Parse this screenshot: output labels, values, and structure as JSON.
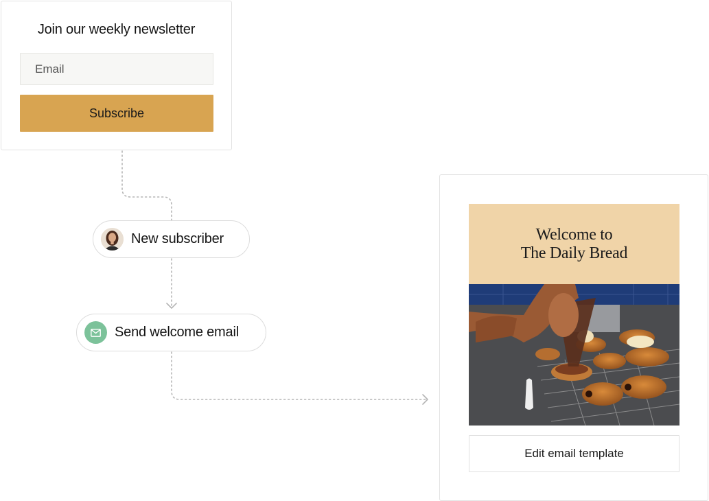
{
  "newsletter": {
    "title": "Join our weekly newsletter",
    "email_placeholder": "Email",
    "subscribe_label": "Subscribe"
  },
  "flow": {
    "trigger": {
      "label": "New subscriber",
      "icon": "avatar"
    },
    "action": {
      "label": "Send welcome email",
      "icon": "envelope-icon"
    }
  },
  "email_preview": {
    "title_line1": "Welcome to",
    "title_line2": "The Daily Bread",
    "image": "pastry-photo",
    "edit_label": "Edit email template"
  },
  "colors": {
    "subscribe_button": "#d8a451",
    "preview_header": "#f0d4a8",
    "mail_badge": "#7cc29a",
    "connector": "#b5b5b5"
  }
}
